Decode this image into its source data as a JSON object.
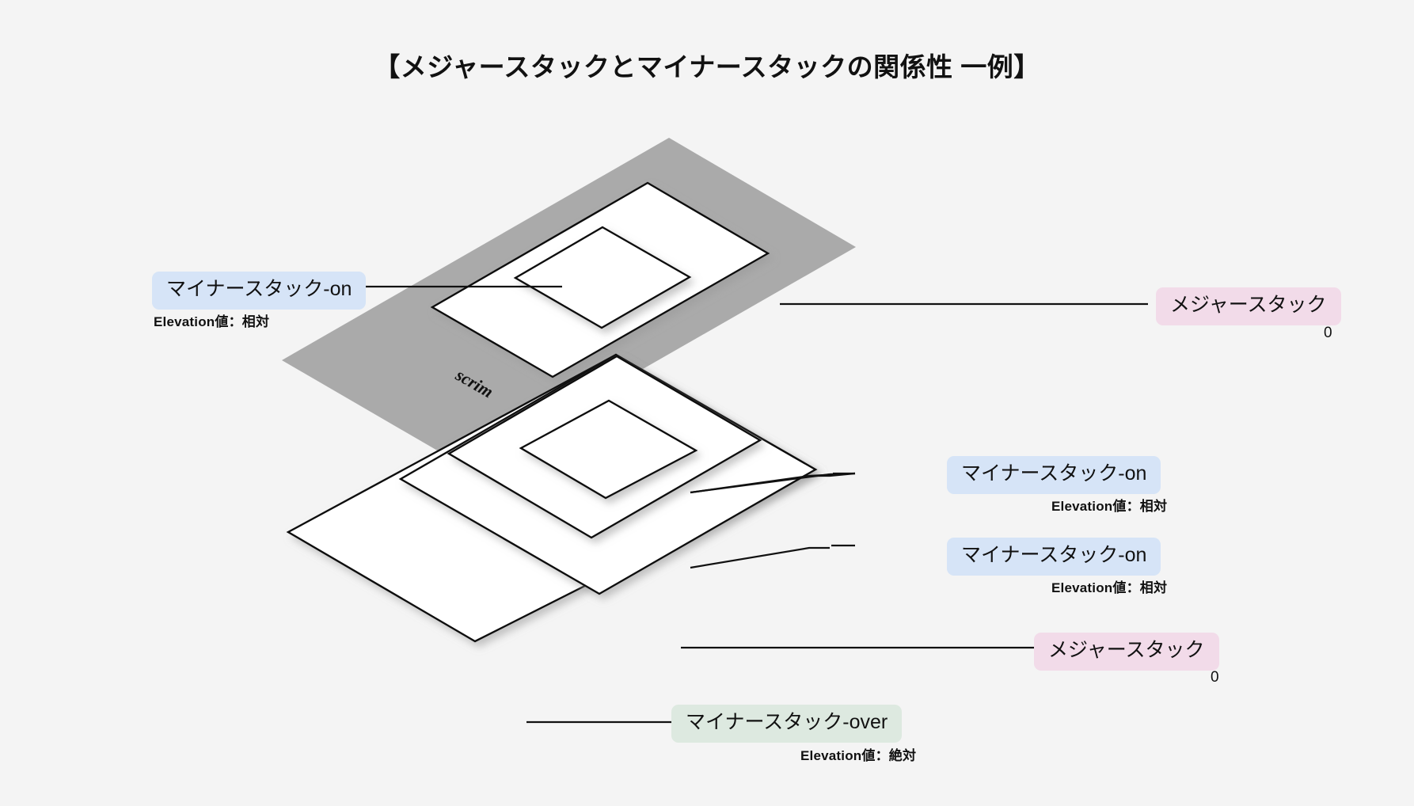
{
  "page": {
    "title": "【メジャースタックとマイナースタックの関係性 一例】",
    "background_color": "#f4f4f4"
  },
  "colors": {
    "background": "#f4f4f4",
    "scrim_fill": "#aaaaaa",
    "plane_fill": "#ffffff",
    "plane_stroke": "#111111",
    "badge_blue": "#d6e4f7",
    "badge_pink": "#f2dbe9",
    "badge_green": "#dde9e0",
    "text": "#111111"
  },
  "scrim": {
    "label": "scrim"
  },
  "callouts": [
    {
      "id": "minor-stack-on-top-left",
      "label": "マイナースタック-on",
      "sublabel": "Elevation値：相対",
      "color": "blue",
      "value": ""
    },
    {
      "id": "major-stack-top-right",
      "label": "メジャースタック",
      "sublabel": "",
      "color": "pink",
      "value": "0"
    },
    {
      "id": "minor-stack-on-middle-right",
      "label": "マイナースタック-on",
      "sublabel": "Elevation値：相対",
      "color": "blue",
      "value": ""
    },
    {
      "id": "minor-stack-on-lower-right",
      "label": "マイナースタック-on",
      "sublabel": "Elevation値：相対",
      "color": "blue",
      "value": ""
    },
    {
      "id": "major-stack-bottom-right",
      "label": "メジャースタック",
      "sublabel": "",
      "color": "pink",
      "value": "0"
    },
    {
      "id": "minor-stack-over-bottom",
      "label": "マイナースタック-over",
      "sublabel": "Elevation値：絶対",
      "color": "green",
      "value": ""
    }
  ]
}
